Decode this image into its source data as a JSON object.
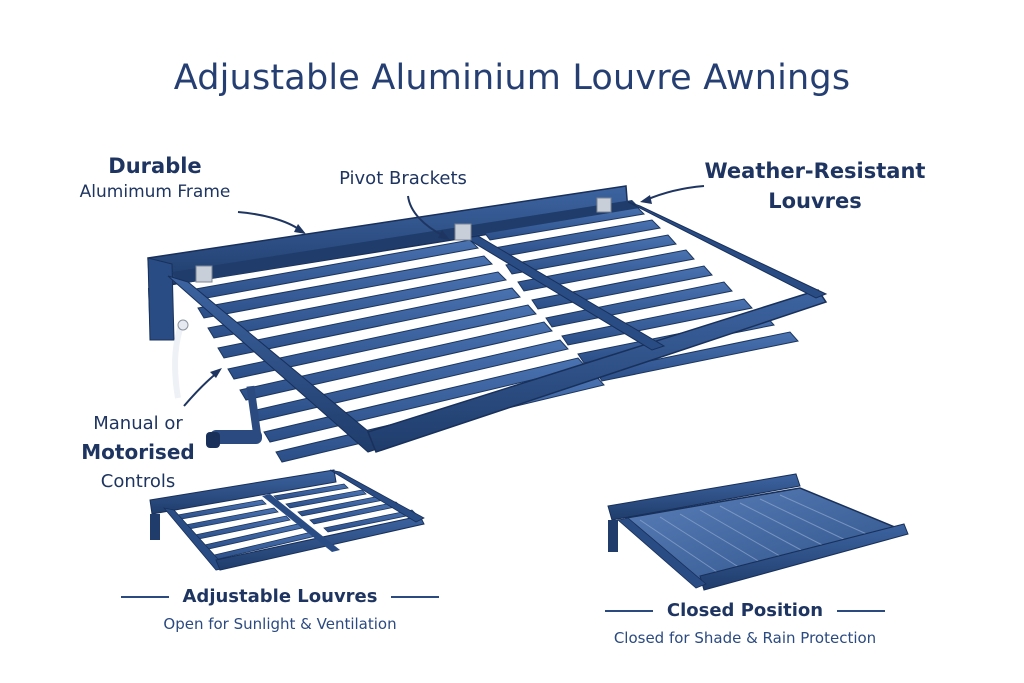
{
  "title": "Adjustable Aluminium Louvre Awnings",
  "callouts": {
    "durable_line1": "Durable",
    "durable_line2": "Alumimum Frame",
    "pivot": "Pivot Brackets",
    "weather_line1": "Weather-Resistant",
    "weather_line2": "Louvres",
    "controls_line1": "Manual or",
    "controls_line2": "Motorised",
    "controls_line3": "Controls"
  },
  "captions": {
    "open_title": "Adjustable Louvres",
    "open_sub": "Open for Sunlight & Ventilation",
    "closed_title": "Closed Position",
    "closed_sub": "Closed for Shade & Rain Protection"
  },
  "colors": {
    "frame": "#2c4f86",
    "frame_dark": "#1e3a66",
    "slat": "#3b63a0",
    "text": "#1f3561"
  }
}
